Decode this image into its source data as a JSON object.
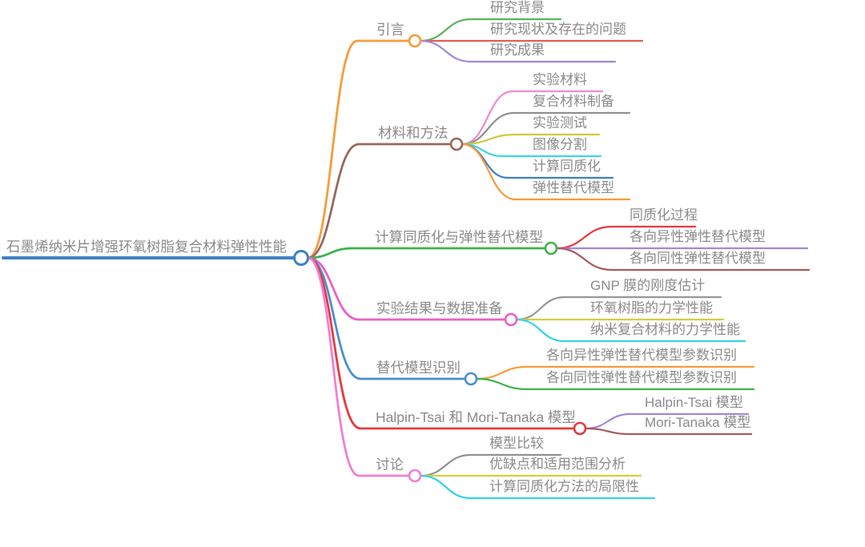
{
  "meta": {
    "background": "#ffffff",
    "text_color": "#8b8b8b",
    "node_fill": "#ffffff"
  },
  "tree": {
    "root": {
      "label": "石墨烯纳米片增强环氧树脂复合材料弹性性能",
      "color": "#3e80c4"
    },
    "branches": [
      {
        "label": "引言",
        "color": "#f89c3a",
        "children": [
          {
            "label": "研究背景",
            "color": "#5cb25d"
          },
          {
            "label": "研究现状及存在的问题",
            "color": "#e25b5b"
          },
          {
            "label": "研究成果",
            "color": "#a287d8"
          }
        ]
      },
      {
        "label": "材料和方法",
        "color": "#97695c",
        "children": [
          {
            "label": "实验材料",
            "color": "#ef8ad6"
          },
          {
            "label": "复合材料制备",
            "color": "#909090"
          },
          {
            "label": "实验测试",
            "color": "#cfca3e"
          },
          {
            "label": "图像分割",
            "color": "#3fd4e8"
          },
          {
            "label": "计算同质化",
            "color": "#3e80c4"
          },
          {
            "label": "弹性替代模型",
            "color": "#f89c3a"
          }
        ]
      },
      {
        "label": "计算同质化与弹性替代模型",
        "color": "#3cb44b",
        "children": [
          {
            "label": "同质化过程",
            "color": "#e8393d"
          },
          {
            "label": "各向异性弹性替代模型",
            "color": "#a287d8"
          },
          {
            "label": "各向同性弹性替代模型",
            "color": "#a85a5a"
          }
        ]
      },
      {
        "label": "实验结果与数据准备",
        "color": "#ee5fc5",
        "children": [
          {
            "label": "GNP 膜的刚度估计",
            "color": "#979797"
          },
          {
            "label": "环氧树脂的力学性能",
            "color": "#d3ce41"
          },
          {
            "label": "纳米复合材料的力学性能",
            "color": "#35d3e8"
          }
        ]
      },
      {
        "label": "替代模型识别",
        "color": "#4a8fd2",
        "children": [
          {
            "label": "各向异性弹性替代模型参数识别",
            "color": "#f89c3a"
          },
          {
            "label": "各向同性弹性替代模型参数识别",
            "color": "#3cb44b"
          }
        ]
      },
      {
        "label": "Halpin-Tsai 和 Mori-Tanaka 模型",
        "color": "#e8393d",
        "children": [
          {
            "label": "Halpin-Tsai 模型",
            "color": "#a287d8"
          },
          {
            "label": "Mori-Tanaka 模型",
            "color": "#a85a5a"
          }
        ]
      },
      {
        "label": "讨论",
        "color": "#f07fd2",
        "children": [
          {
            "label": "模型比较",
            "color": "#909090"
          },
          {
            "label": "优缺点和适用范围分析",
            "color": "#d3ce41"
          },
          {
            "label": "计算同质化方法的局限性",
            "color": "#35d3e8"
          }
        ]
      }
    ]
  }
}
